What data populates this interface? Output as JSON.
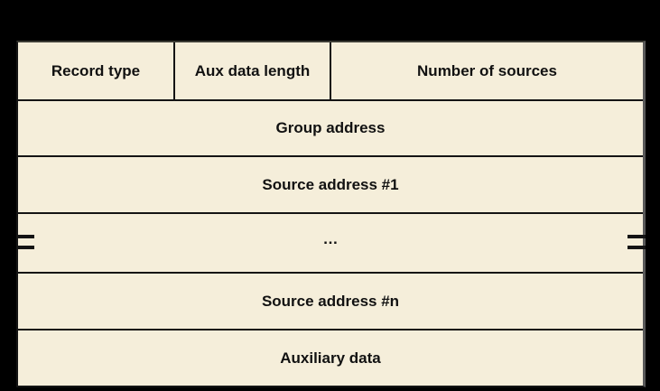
{
  "table": {
    "header": [
      {
        "label": "Record type"
      },
      {
        "label": "Aux data length"
      },
      {
        "label": "Number of sources"
      }
    ],
    "rows": [
      {
        "label": "Group address"
      },
      {
        "label": "Source address #1"
      },
      {
        "label": "…"
      },
      {
        "label": "Source address #n"
      },
      {
        "label": "Auxiliary data"
      }
    ],
    "colors": {
      "page_background": "#000000",
      "cell_fill": "#f5eeda",
      "border": "#141414",
      "outer_right_border": "#595959",
      "text": "#111111"
    }
  }
}
